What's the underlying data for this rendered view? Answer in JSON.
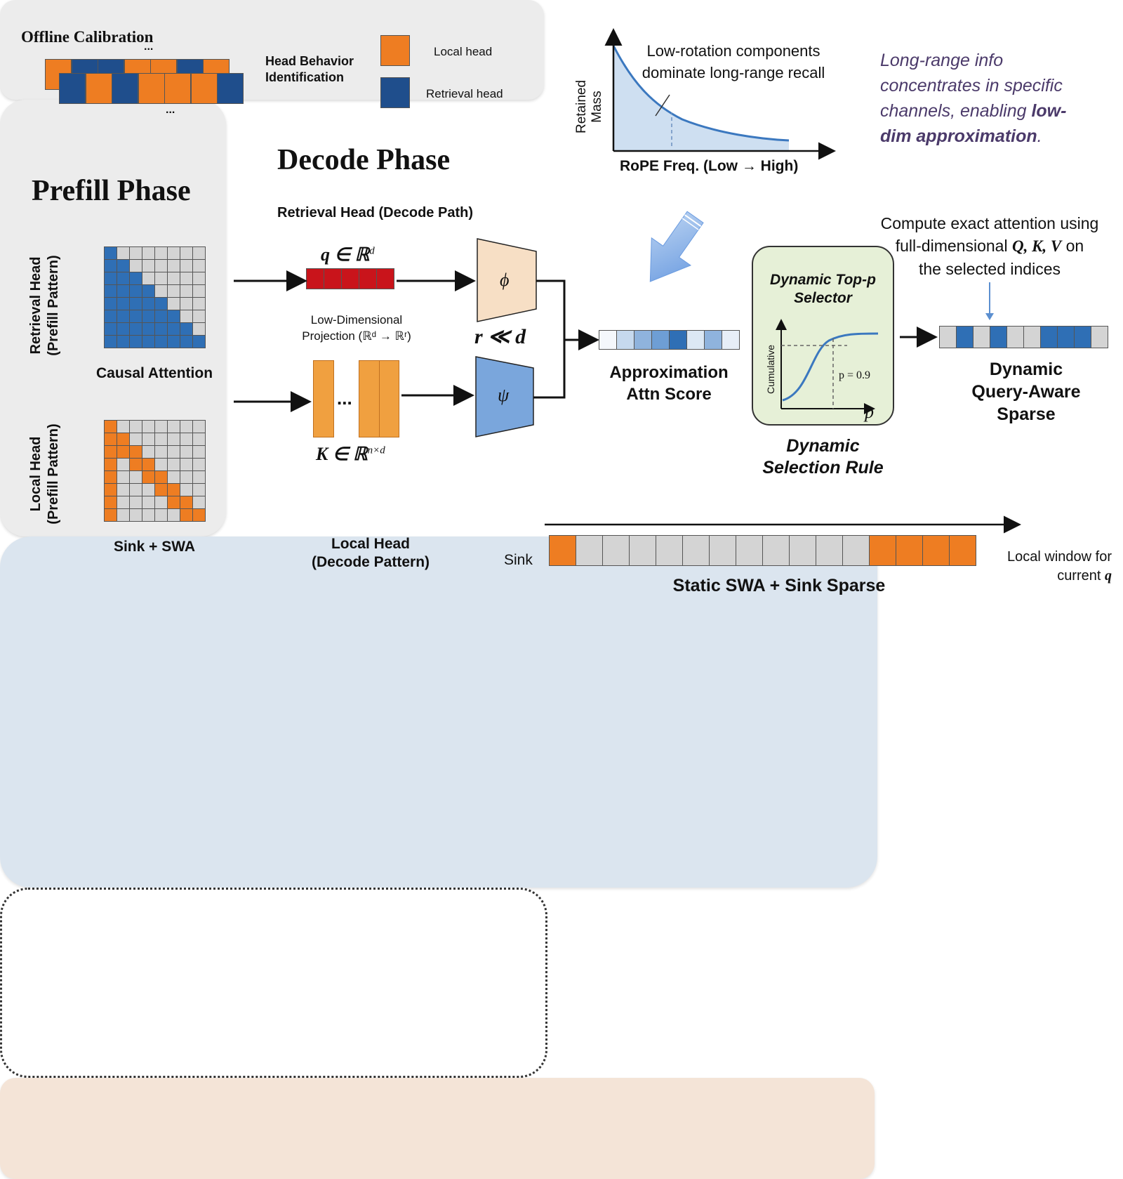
{
  "offline": {
    "title": "Offline Calibration",
    "dots_top": "...",
    "dots_bottom": "...",
    "head_behavior_label": "Head Behavior\nIdentification",
    "legend_local": "Local head",
    "legend_retrieval": "Retrieval head",
    "colors": {
      "local": "#ee7d22",
      "retrieval": "#1f4e8c"
    }
  },
  "prefill": {
    "title": "Prefill Phase",
    "retrieval_head_label": "Retrieval Head\n(Prefill Pattern)",
    "causal_label": "Causal Attention",
    "local_head_label": "Local Head\n(Prefill Pattern)",
    "sink_swa_label": "Sink + SWA"
  },
  "decode": {
    "title": "Decode Phase",
    "retrieval_path_label": "Retrieval Head (Decode Path)",
    "q_label": "q ∈ ℝ",
    "q_sup": "d",
    "projection_label": "Low-Dimensional\nProjection (ℝᵈ → ℝʳ)",
    "r_ll_d": "r ≪ d",
    "k_label": "K ∈ ℝ",
    "k_sup": "n×d",
    "k_dots": "...",
    "phi": "ϕ",
    "psi": "ψ",
    "approx_label": "Approximation\nAttn Score",
    "selector_title": "Dynamic Top-p\nSelector",
    "selector_ylabel": "Cumulative",
    "selector_p_value": "p = 0.9",
    "selector_xlabel": "p",
    "selection_rule": "Dynamic\nSelection Rule",
    "compute_text_1": "Compute exact attention using",
    "compute_text_2a": "full-dimensional ",
    "compute_text_2b": "Q, K, V",
    "compute_text_2c": " on",
    "compute_text_3": "the selected indices",
    "dynamic_sparse_label": "Dynamic\nQuery-Aware\nSparse"
  },
  "insight": {
    "annotation": "Low-rotation components\ndominate long-range recall",
    "ylabel": "Retained\nMass",
    "xlabel": "RoPE Freq. (Low → High)",
    "note_1": "Long-range info",
    "note_2": "concentrates in specific",
    "note_3a": "channels, enabling ",
    "note_3b": "low-",
    "note_4a": "dim approximation",
    "note_4b": "."
  },
  "local_decode": {
    "label": "Local Head\n(Decode Pattern)",
    "sink_label": "Sink",
    "window_label_1": "Local window for",
    "window_label_2": "current ",
    "window_q": "q",
    "sparse_label": "Static SWA + Sink Sparse"
  }
}
